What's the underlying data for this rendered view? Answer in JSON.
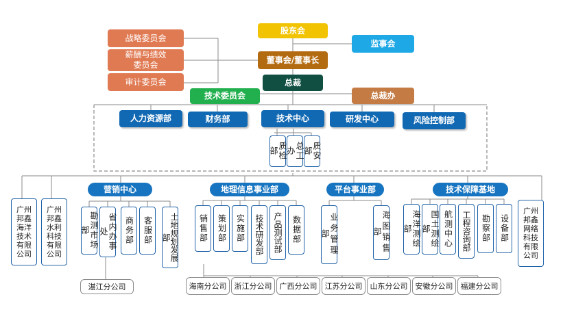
{
  "top": {
    "shareholders": "股东会",
    "supervisors": "监事会",
    "board": "董事会/董事长",
    "president": "总裁",
    "tech_committee": "技术委员会",
    "president_office": "总裁办",
    "strategy_committee": "战略委员会",
    "salary_committee": "薪酬与绩效\n委员会",
    "audit_committee": "审计委员会"
  },
  "depts": [
    "人力资源部",
    "财务部",
    "技术中心",
    "研发中心",
    "风险控制部"
  ],
  "tech_sub": [
    "质检部",
    "总工办",
    "质安部"
  ],
  "companies_left": [
    "广州\n邦鑫\n海洋\n技术\n有限\n公司",
    "广州\n邦鑫\n水利\n科技\n有限\n公司"
  ],
  "company_right": "广州\n邦鑫\n网络\n科技\n有限\n公司",
  "groups": {
    "marketing": {
      "title": "营销中心",
      "units": [
        "勘测市场部",
        "省内办事处",
        "商务部",
        "客服部",
        "土地规划发展部"
      ]
    },
    "geo": {
      "title": "地理信息事业部",
      "units": [
        "销售部",
        "策划部",
        "实施部",
        "技术研发部",
        "产品测试部",
        "数据部"
      ]
    },
    "platform": {
      "title": "平台事业部",
      "units": [
        "业务管理部",
        "海图销售部"
      ]
    },
    "tech_base": {
      "title": "技术保障基地",
      "units": [
        "海洋测绘部",
        "国土测绘部",
        "航测中心",
        "工程咨询部",
        "勘察部",
        "设备部"
      ]
    }
  },
  "branch_zhanjiang": "湛江分公司",
  "branches": [
    "海南分公司",
    "浙江分公司",
    "广西分公司",
    "江苏分公司",
    "山东分公司",
    "安徽分公司",
    "福建分公司"
  ]
}
